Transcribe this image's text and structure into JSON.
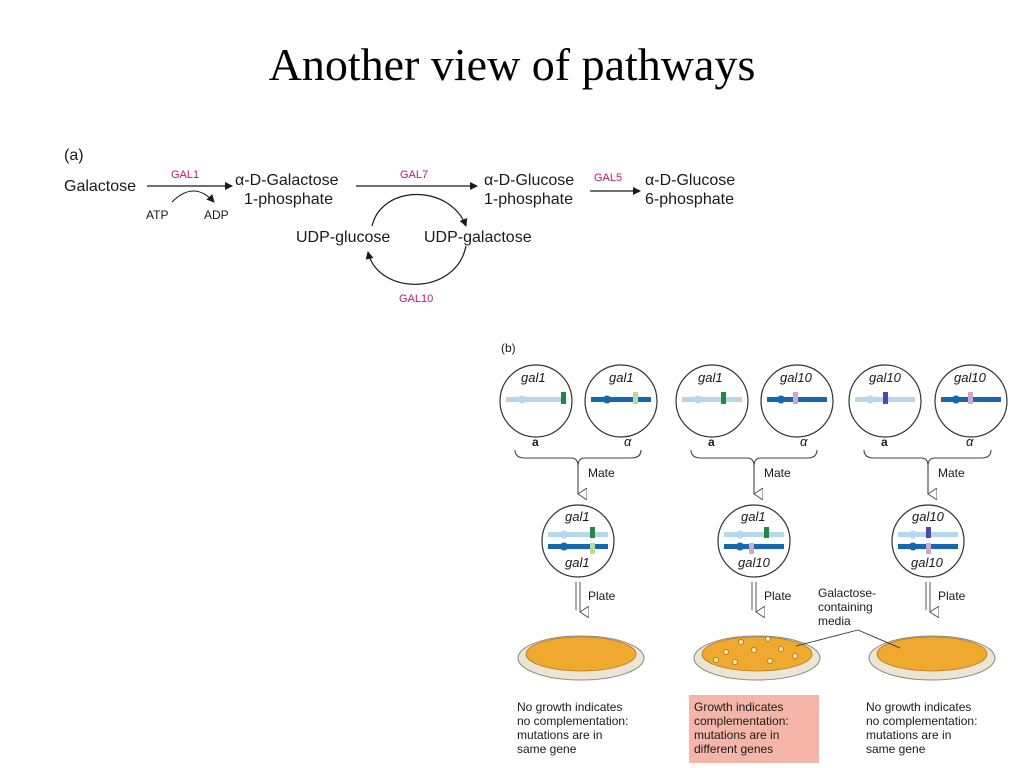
{
  "title": "Another view of pathways",
  "panel_a": {
    "label": "(a)",
    "galactose": "Galactose",
    "gal1": "GAL1",
    "atp": "ATP",
    "adp": "ADP",
    "gal_1p_line1": "α-D-Galactose",
    "gal_1p_line2": "1-phosphate",
    "gal7": "GAL7",
    "glc_1p_line1": "α-D-Glucose",
    "glc_1p_line2": "1-phosphate",
    "gal5": "GAL5",
    "glc_6p_line1": "α-D-Glucose",
    "glc_6p_line2": "6-phosphate",
    "udp_glucose": "UDP-glucose",
    "udp_galactose": "UDP-galactose",
    "gal10": "GAL10"
  },
  "panel_b": {
    "label": "(b)",
    "mate": "Mate",
    "plate": "Plate",
    "media_line1": "Galactose-",
    "media_line2": "containing",
    "media_line3": "media",
    "mating_type_a": "a",
    "mating_type_alpha": "α",
    "crosses": [
      {
        "parent_a": "gal1",
        "parent_alpha": "gal1",
        "diploid_top": "gal1",
        "diploid_bottom": "gal1",
        "result": [
          "No growth indicates",
          "no complementation:",
          "mutations are in",
          "same gene"
        ]
      },
      {
        "parent_a": "gal1",
        "parent_alpha": "gal10",
        "diploid_top": "gal1",
        "diploid_bottom": "gal10",
        "result": [
          "Growth indicates",
          "complementation:",
          "mutations are in",
          "different genes"
        ]
      },
      {
        "parent_a": "gal10",
        "parent_alpha": "gal10",
        "diploid_top": "gal10",
        "diploid_bottom": "gal10",
        "result": [
          "No growth indicates",
          "no complementation:",
          "mutations are in",
          "same gene"
        ]
      }
    ]
  },
  "colors": {
    "enzyme": "#c2147e",
    "chrom_light": "#b7d7ef",
    "chrom_dark": "#1467b0",
    "mut_gal1_a": "#1f8a48",
    "mut_gal1_alpha": "#b9dc9a",
    "mut_gal10_a": "#4b4aa8",
    "mut_gal10_alpha": "#cfa9cf",
    "dish": "#f0a92f",
    "highlight": "#f5b5a8"
  }
}
